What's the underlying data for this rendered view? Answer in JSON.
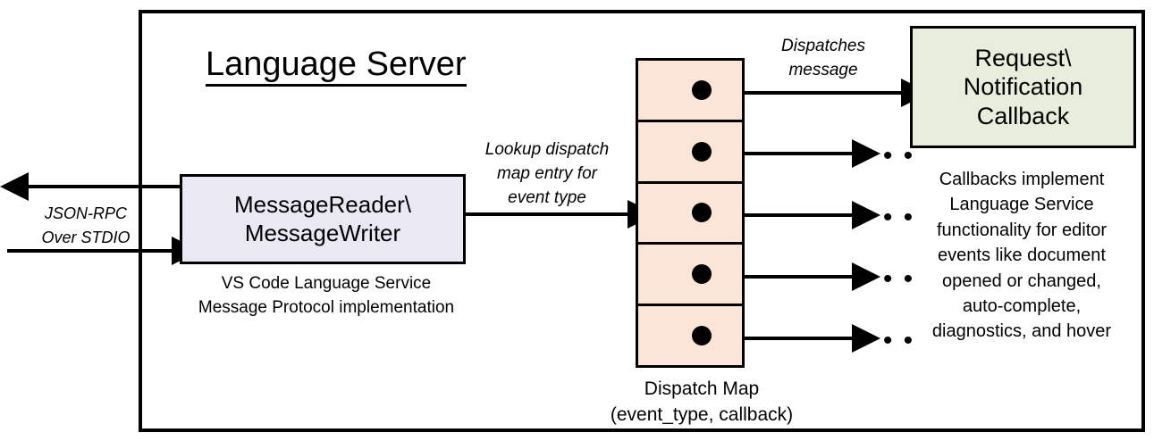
{
  "diagram": {
    "title": "Language Server",
    "frame_name": "language-server-boundary"
  },
  "left_io": {
    "label": "JSON-RPC\nOver STDIO",
    "label_line1": "JSON-RPC",
    "label_line2": "Over STDIO",
    "outbound_arrow": "arrow-left-out",
    "inbound_arrow": "arrow-right-in"
  },
  "reader": {
    "line1": "MessageReader\\",
    "line2": "MessageWriter",
    "caption_line1": "VS Code Language Service",
    "caption_line2": "Message Protocol implementation",
    "fill_color": "#eae8f2"
  },
  "lookup": {
    "line1": "Lookup dispatch",
    "line2": "map entry for",
    "line3": "event type"
  },
  "dispatch_map": {
    "caption_line1": "Dispatch Map",
    "caption_line2": "(event_type, callback)",
    "fill_color": "#fbe5d6",
    "row_count": 5,
    "rows": [
      {
        "id": "row-1",
        "target": "callback-box"
      },
      {
        "id": "row-2",
        "target": "ellipsis"
      },
      {
        "id": "row-3",
        "target": "ellipsis"
      },
      {
        "id": "row-4",
        "target": "ellipsis"
      },
      {
        "id": "row-5",
        "target": "ellipsis"
      }
    ]
  },
  "dispatch_message": {
    "line1": "Dispatches",
    "line2": "message"
  },
  "callback": {
    "line1": "Request\\",
    "line2": "Notification",
    "line3": "Callback",
    "fill_color": "#e8eedc",
    "caption_line1": "Callbacks implement",
    "caption_line2": "Language Service",
    "caption_line3": "functionality for editor",
    "caption_line4": "events like document",
    "caption_line5": "opened or changed,",
    "caption_line6": "auto-complete,",
    "caption_line7": "diagnostics, and hover"
  },
  "ellipses": {
    "glyph": "• • •",
    "count": 4
  }
}
